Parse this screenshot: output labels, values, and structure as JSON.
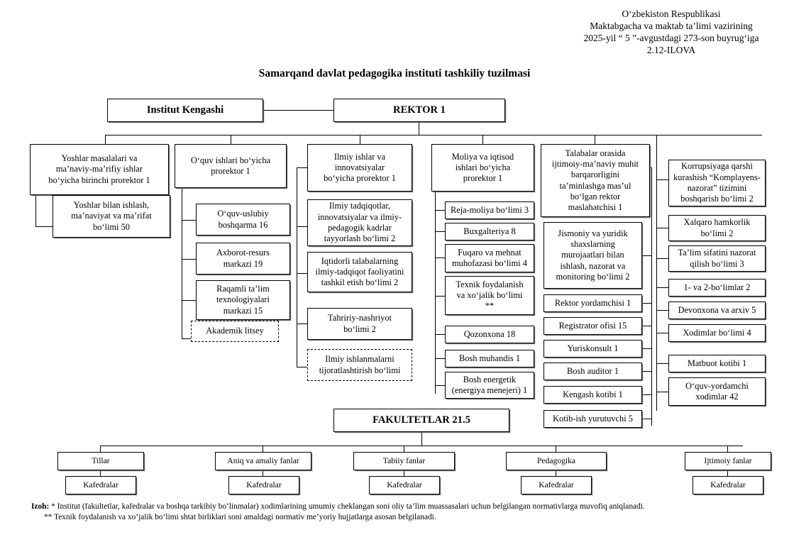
{
  "header": {
    "ministry_lines": "O‘zbekiston Respublikasi\nMaktabgacha va maktab ta’limi vazirining\n2025-yil “ 5 ”-avgustdagi 273-son buyrug‘iga\n2.12-ILOVA"
  },
  "title": "Samarqand davlat pedagogika instituti tashkiliy tuzilmasi",
  "top": {
    "council": "Institut Kengashi",
    "rector": "REKTOR 1"
  },
  "col1": {
    "head": "Yoshlar masalalari va\nma’naviy-ma’rifiy ishlar\nbo‘yicha birinchi prorektor 1",
    "items": [
      "Yoshlar bilan ishlash,\nma’naviyat va ma’rifat\nbo‘limi 50"
    ]
  },
  "col2": {
    "head": "O‘quv ishlari bo‘yicha\nprorektor 1",
    "items": [
      "O‘quv-uslubiy\nboshqarma 16",
      "Axborot-resurs\nmarkazi 19",
      "Raqamli ta’lim\ntexnologiyalari\nmarkazi 15",
      "Akademik litsey"
    ]
  },
  "col3": {
    "head": "Ilmiy ishlar va\ninnovatsiyalar\nbo‘yicha prorektor 1",
    "items": [
      "Ilmiy tadqiqotlar,\ninnovatsiyalar va ilmiy-\npedagogik kadrlar\ntayyorlash bo‘limi 2",
      "Iqtidorli talabalarning\nilmiy-tadqiqot faoliyatini\ntashkil etish bo‘limi 2",
      "Tahririy-nashriyot\nbo‘limi 2",
      "Ilmiy ishlanmalarni\ntijoratlashtirish bo‘limi"
    ]
  },
  "col4": {
    "head": "Moliya va iqtisod\nishlari bo‘yicha\nprorektor 1",
    "items": [
      "Reja-moliya bo‘limi 3",
      "Buxgalteriya 8",
      "Fuqaro va mehnat\nmuhofazasi bo‘limi 4",
      "Texnik foydalanish\nva xo‘jalik bo‘limi\n**",
      "Qozonxona 18",
      "Bosh muhandis 1",
      "Bosh energetik\n(energiya menejeri) 1"
    ]
  },
  "col5": {
    "head": "Talabalar orasida\nijtimoiy-ma’naviy muhit\nbarqarorligini\nta’minlashga mas’ul\nbo‘lgan rektor\nmaslahatchisi 1",
    "items": [
      "Jismoniy va yuridik\nshaxslarning\nmurojaatlari bilan\nishlash, nazorat va\nmonitoring bo‘limi 2",
      "Rektor yordamchisi 1",
      "Registrator ofisi 15",
      "Yuriskonsult 1",
      "Bosh auditor 1",
      "Kengash kotibi 1",
      "Kotib-ish yurutuvchi 5"
    ]
  },
  "col6": {
    "items": [
      "Korrupsiyaga qarshi\nkurashish “Komplayens-\nnazorat” tizimini\nboshqarish bo‘limi 2",
      "Xalqaro hamkorlik\nbo‘limi 2",
      "Ta’lim sifatini nazorat\nqilish bo‘limi 3",
      "1- va 2-bo‘limlar 2",
      "Devonxona va arxiv 5",
      "Xodimlar bo‘limi 4",
      "Matbuot kotibi 1",
      "O‘quv-yordamchi\nxodimlar 42"
    ]
  },
  "faculties": {
    "head": "FAKULTETLAR 21.5",
    "items": [
      {
        "name": "Tillar",
        "child": "Kafedralar"
      },
      {
        "name": "Aniq va amaliy fanlar",
        "child": "Kafedralar"
      },
      {
        "name": "Tabiiy fanlar",
        "child": "Kafedralar"
      },
      {
        "name": "Pedagogika",
        "child": "Kafedralar"
      },
      {
        "name": "Ijtimoiy fanlar",
        "child": "Kafedralar"
      }
    ]
  },
  "footnote": {
    "label": "Izoh:",
    "line1": "*  Institut (fakultetlar, kafedralar va boshqa tarkibiy bo‘linmalar) xodimlarining umumiy cheklangan soni oliy ta’lim muassasalari uchun belgilangan normativlarga muvofiq aniqlanadi.",
    "line2": "** Texnik foydalanish va xo‘jalik bo‘limi shtat birliklari soni amaldagi normativ me’yoriy hujjatlarga asosan belgilanadi."
  }
}
